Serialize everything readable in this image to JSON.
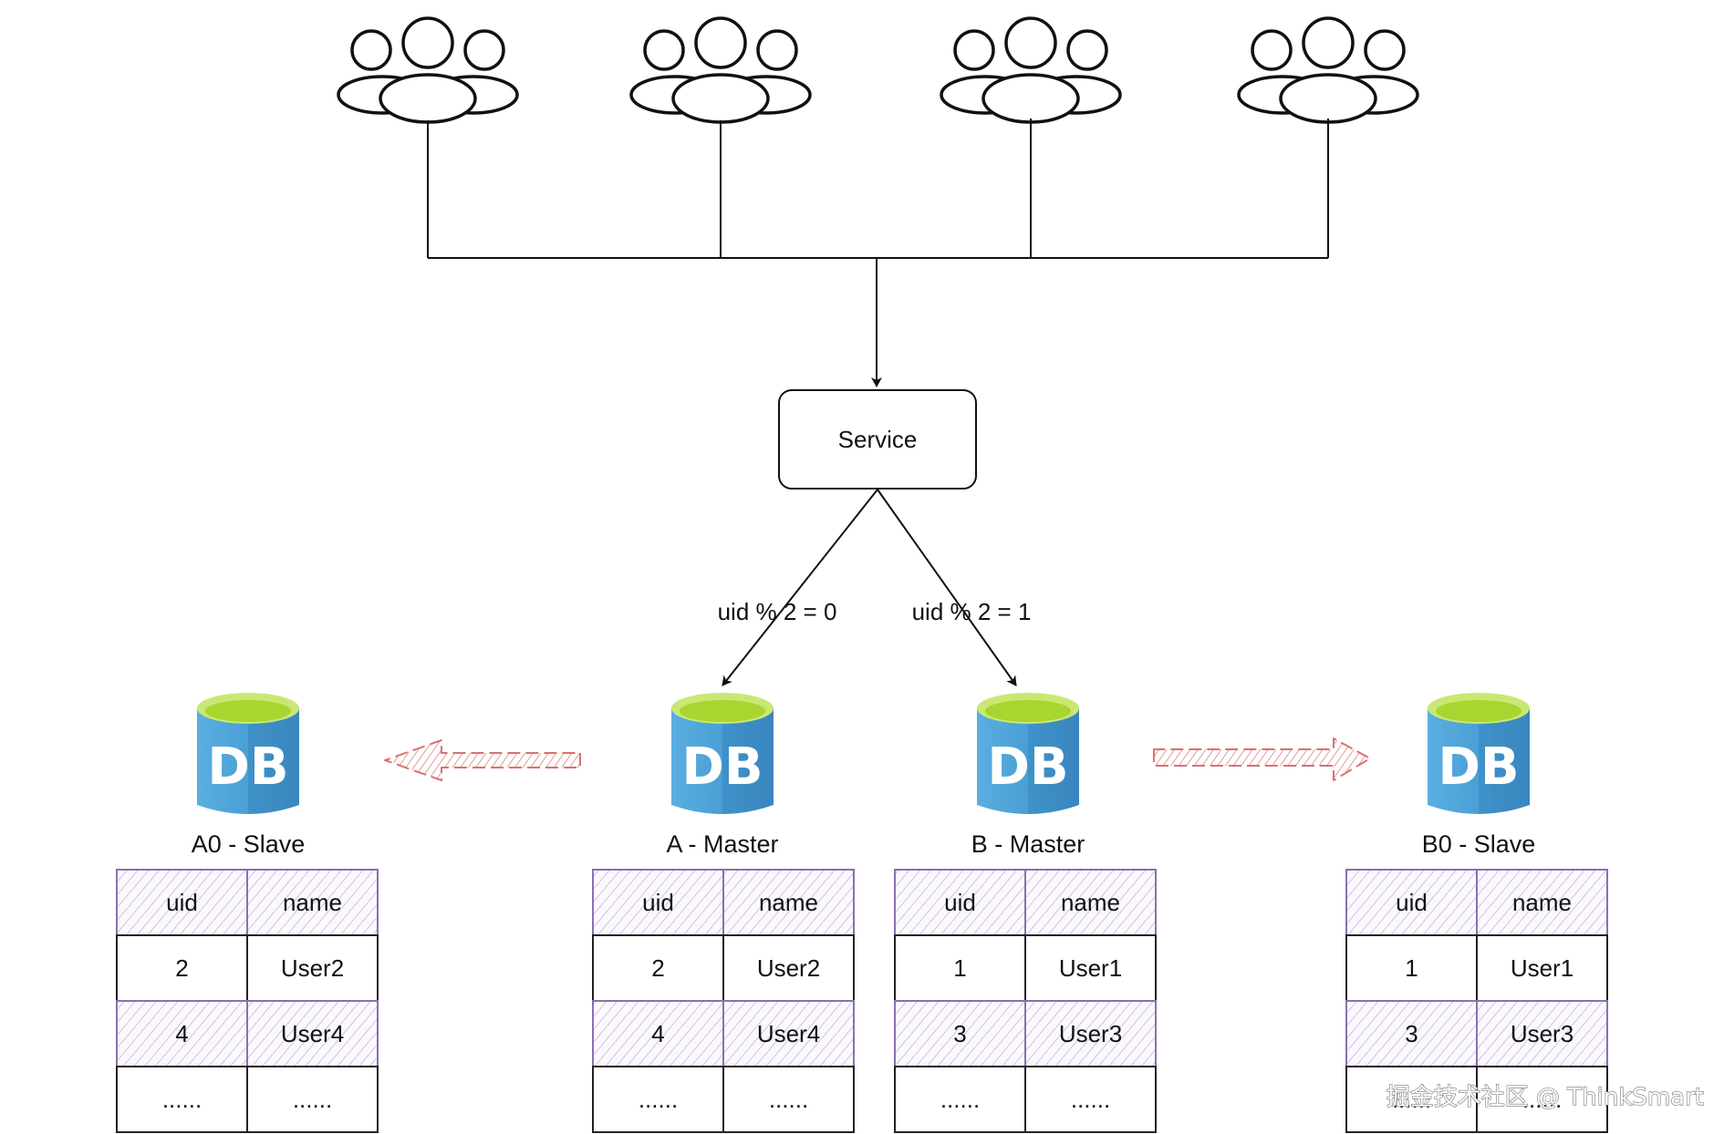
{
  "service": {
    "label": "Service"
  },
  "routes": [
    {
      "label": "uid % 2 = 0"
    },
    {
      "label": "uid % 2 = 1"
    }
  ],
  "user_groups": [
    {
      "icon": "users-icon"
    },
    {
      "icon": "users-icon"
    },
    {
      "icon": "users-icon"
    },
    {
      "icon": "users-icon"
    }
  ],
  "databases": [
    {
      "icon_text": "DB",
      "label": "A0 - Slave",
      "table": {
        "headers": [
          "uid",
          "name"
        ],
        "rows": [
          [
            "2",
            "User2"
          ],
          [
            "4",
            "User4"
          ],
          [
            "......",
            "......"
          ]
        ]
      }
    },
    {
      "icon_text": "DB",
      "label": "A - Master",
      "table": {
        "headers": [
          "uid",
          "name"
        ],
        "rows": [
          [
            "2",
            "User2"
          ],
          [
            "4",
            "User4"
          ],
          [
            "......",
            "......"
          ]
        ]
      }
    },
    {
      "icon_text": "DB",
      "label": "B - Master",
      "table": {
        "headers": [
          "uid",
          "name"
        ],
        "rows": [
          [
            "1",
            "User1"
          ],
          [
            "3",
            "User3"
          ],
          [
            "......",
            "......"
          ]
        ]
      }
    },
    {
      "icon_text": "DB",
      "label": "B0 - Slave",
      "table": {
        "headers": [
          "uid",
          "name"
        ],
        "rows": [
          [
            "1",
            "User1"
          ],
          [
            "3",
            "User3"
          ],
          [
            "......",
            "......"
          ]
        ]
      }
    }
  ],
  "replication_arrows": [
    {
      "from": "A - Master",
      "to": "A0 - Slave"
    },
    {
      "from": "B - Master",
      "to": "B0 - Slave"
    }
  ],
  "watermark": "掘金技术社区 @ ThinkSmart",
  "colors": {
    "db_body": "#4a9fd5",
    "db_body_dark": "#3a86bf",
    "db_top": "#a8d52f",
    "table_header_hatch": "#b39fcf",
    "replication_arrow": "#d9726f"
  }
}
